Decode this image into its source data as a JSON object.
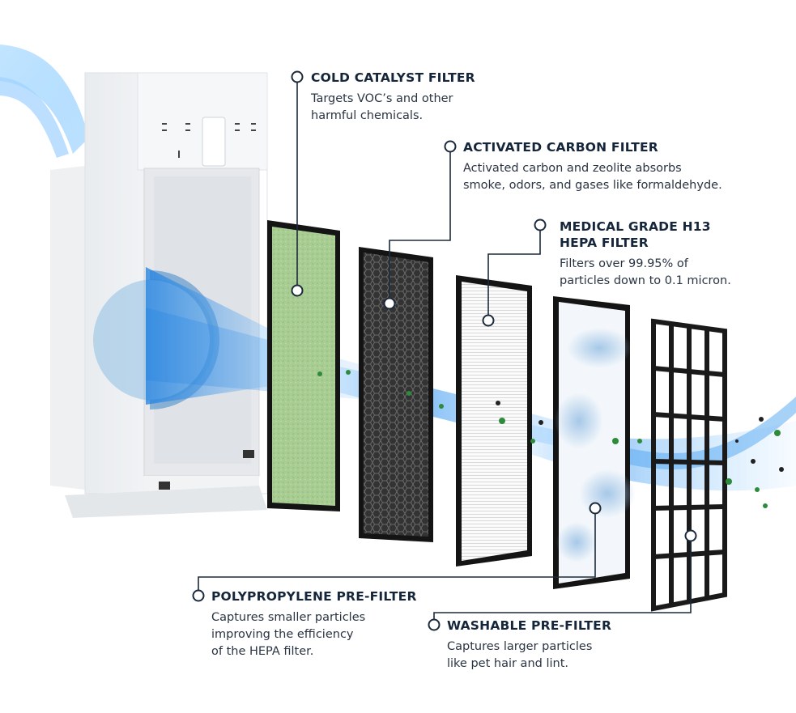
{
  "filters": [
    {
      "id": "cold-catalyst",
      "title": "COLD CATALYST FILTER",
      "description": "Targets VOC’s and other\nharmful chemicals."
    },
    {
      "id": "activated-carbon",
      "title": "ACTIVATED CARBON FILTER",
      "description": "Activated carbon and zeolite absorbs\nsmoke, odors, and gases like formaldehyde."
    },
    {
      "id": "hepa",
      "title": "MEDICAL GRADE H13\nHEPA FILTER",
      "description": "Filters over 99.95% of\nparticles down to 0.1 micron."
    },
    {
      "id": "polypropylene",
      "title": "POLYPROPYLENE PRE-FILTER",
      "description": "Captures smaller particles\nimproving the efficiency\nof the HEPA filter."
    },
    {
      "id": "washable",
      "title": "WASHABLE PRE-FILTER",
      "description": "Captures larger particles\nlike pet hair and lint."
    }
  ],
  "colors": {
    "callout_line": "#1c2a3a",
    "catalyst_green": "#a9cf94",
    "carbon_dark": "#2e2e2e",
    "frame_black": "#151515",
    "airflow_blue": "#2f8fe8",
    "particle_green": "#2e8b3c"
  }
}
